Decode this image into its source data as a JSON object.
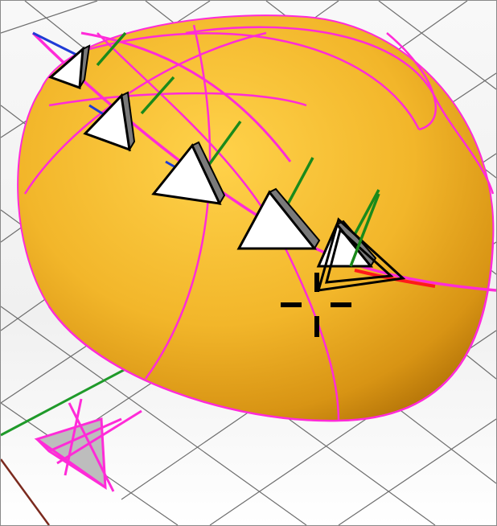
{
  "viewport": {
    "view": "perspective",
    "background_color": "#f6f6f6",
    "grid_color": "#6e6e6e",
    "x_axis_color": "#7b2a1e",
    "y_axis_color": "#1f9a2a"
  },
  "model": {
    "object": "ellipsoid",
    "surface_color": "#f2b62a",
    "isocurve_color": "#ff2bd8"
  },
  "path": {
    "curve_color": "#ff2bd8",
    "selected_segment_color": "#ff1a1a",
    "frame_count": 6,
    "tangent_axis_color": "#1f3bd6",
    "normal_axis_color": "#1a8a1a",
    "frame_fill": "#ffffff",
    "frame_outline": "#000000",
    "active_frame_style": "dragged-outline"
  },
  "reference_frame": {
    "color": "#ff2bd8",
    "fill": "#bdbdbd"
  },
  "cursor": {
    "type": "crosshair-cursor",
    "color": "#000000"
  },
  "icons": {
    "crosshair": "crosshair-cursor-icon",
    "frame": "triangle-frame-icon"
  }
}
